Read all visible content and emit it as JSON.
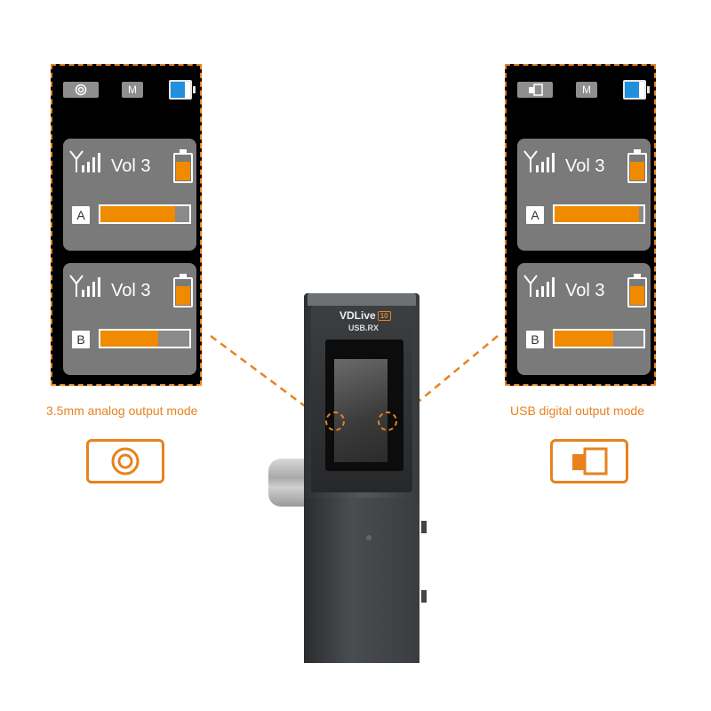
{
  "colors": {
    "accent": "#e8821e",
    "level_fill": "#f08a00",
    "screen_bg": "#000000",
    "card_bg": "#7a7a7a",
    "battery_blue": "#1f8fde"
  },
  "left_screen": {
    "status": {
      "mode_icon": "analog-output-icon",
      "m_label": "M",
      "battery_icon": "battery-icon"
    },
    "channels": [
      {
        "volume": "Vol 3",
        "channel": "A",
        "level": 0.84,
        "battery_level": 0.7
      },
      {
        "volume": "Vol 3",
        "channel": "B",
        "level": 0.65,
        "battery_level": 0.7
      }
    ]
  },
  "right_screen": {
    "status": {
      "mode_icon": "usb-output-icon",
      "m_label": "M",
      "battery_icon": "battery-icon"
    },
    "channels": [
      {
        "volume": "Vol 3",
        "channel": "A",
        "level": 0.95,
        "battery_level": 0.7
      },
      {
        "volume": "Vol 3",
        "channel": "B",
        "level": 0.66,
        "battery_level": 0.7
      }
    ]
  },
  "captions": {
    "left": "3.5mm analog output mode",
    "right": "USB digital output mode"
  },
  "device": {
    "brand": "VDLive",
    "brand_badge": "10",
    "model": "USB.RX"
  }
}
